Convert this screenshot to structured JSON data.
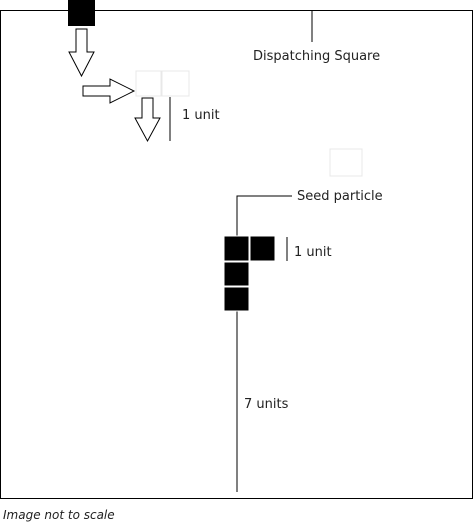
{
  "labels": {
    "dispatching_square": "Dispatching Square",
    "seed_particle": "Seed particle",
    "unit_top": "1 unit",
    "unit_seed": "1 unit",
    "units_seven": "7 units"
  },
  "footnote": "Image not to scale",
  "colors": {
    "ink": "#000000",
    "faint_square": "#e8e8e8"
  },
  "icons": {
    "arrow_down": "hollow-arrow-down-icon",
    "arrow_right": "hollow-arrow-right-icon"
  }
}
